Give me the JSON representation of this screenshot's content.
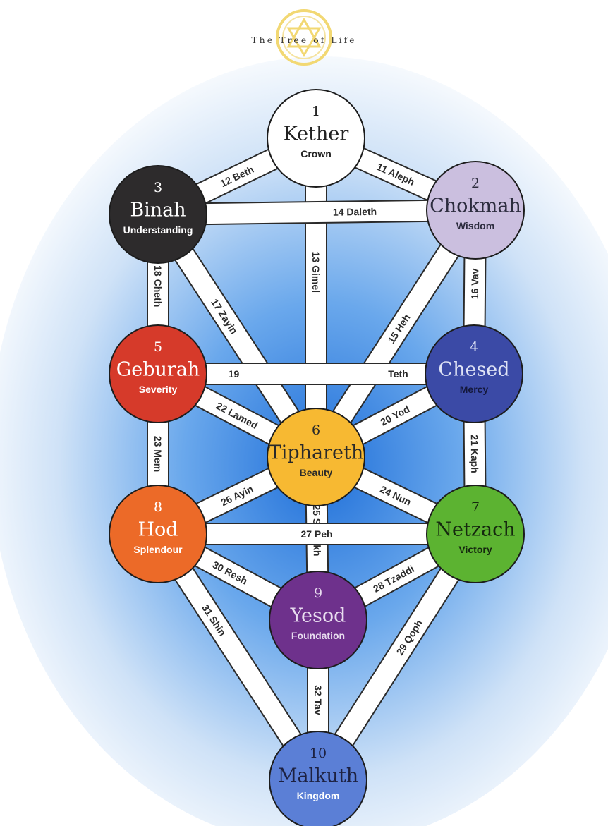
{
  "header": {
    "title": "The Tree of Life"
  },
  "emblem": {
    "name": "star-of-david-emblem",
    "color": "#f2d873"
  },
  "sephiroth": [
    {
      "id": "kether",
      "number": "1",
      "name": "Kether",
      "meaning": "Crown",
      "fill": "#ffffff",
      "text": "#222222",
      "meaning_text": "#222222"
    },
    {
      "id": "chokmah",
      "number": "2",
      "name": "Chokmah",
      "meaning": "Wisdom",
      "fill": "#cbbfdf",
      "text": "#2c2c3e",
      "meaning_text": "#2c2c3e"
    },
    {
      "id": "binah",
      "number": "3",
      "name": "Binah",
      "meaning": "Understanding",
      "fill": "#2d2b2c",
      "text": "#ffffff",
      "meaning_text": "#ffffff"
    },
    {
      "id": "chesed",
      "number": "4",
      "name": "Chesed",
      "meaning": "Mercy",
      "fill": "#3b4aa6",
      "text": "#dfe3f5",
      "meaning_text": "#14183b"
    },
    {
      "id": "geburah",
      "number": "5",
      "name": "Geburah",
      "meaning": "Severity",
      "fill": "#d63a2a",
      "text": "#ffffff",
      "meaning_text": "#ffffff"
    },
    {
      "id": "tiphareth",
      "number": "6",
      "name": "Tiphareth",
      "meaning": "Beauty",
      "fill": "#f7b932",
      "text": "#2a2a2a",
      "meaning_text": "#2a2a2a"
    },
    {
      "id": "netzach",
      "number": "7",
      "name": "Netzach",
      "meaning": "Victory",
      "fill": "#5cb331",
      "text": "#15280f",
      "meaning_text": "#15280f"
    },
    {
      "id": "hod",
      "number": "8",
      "name": "Hod",
      "meaning": "Splendour",
      "fill": "#ec6a28",
      "text": "#ffffff",
      "meaning_text": "#ffffff"
    },
    {
      "id": "yesod",
      "number": "9",
      "name": "Yesod",
      "meaning": "Foundation",
      "fill": "#6e318c",
      "text": "#e8dcef",
      "meaning_text": "#e8dcef"
    },
    {
      "id": "malkuth",
      "number": "10",
      "name": "Malkuth",
      "meaning": "Kingdom",
      "fill": "#5b7fd6",
      "text": "#1d2140",
      "meaning_text": "#ffffff"
    }
  ],
  "paths": [
    {
      "number": "11",
      "letter": "Aleph",
      "from": "kether",
      "to": "chokmah"
    },
    {
      "number": "12",
      "letter": "Beth",
      "from": "kether",
      "to": "binah"
    },
    {
      "number": "13",
      "letter": "Gimel",
      "from": "kether",
      "to": "tiphareth"
    },
    {
      "number": "14",
      "letter": "Daleth",
      "from": "binah",
      "to": "chokmah"
    },
    {
      "number": "15",
      "letter": "Heh",
      "from": "chokmah",
      "to": "tiphareth"
    },
    {
      "number": "16",
      "letter": "Vav",
      "from": "chokmah",
      "to": "chesed"
    },
    {
      "number": "17",
      "letter": "Zayin",
      "from": "binah",
      "to": "tiphareth"
    },
    {
      "number": "18",
      "letter": "Cheth",
      "from": "binah",
      "to": "geburah"
    },
    {
      "number": "19",
      "letter": "Teth",
      "from": "geburah",
      "to": "chesed"
    },
    {
      "number": "20",
      "letter": "Yod",
      "from": "chesed",
      "to": "tiphareth"
    },
    {
      "number": "21",
      "letter": "Kaph",
      "from": "chesed",
      "to": "netzach"
    },
    {
      "number": "22",
      "letter": "Lamed",
      "from": "geburah",
      "to": "tiphareth"
    },
    {
      "number": "23",
      "letter": "Mem",
      "from": "geburah",
      "to": "hod"
    },
    {
      "number": "24",
      "letter": "Nun",
      "from": "tiphareth",
      "to": "netzach"
    },
    {
      "number": "25",
      "letter": "Samekh",
      "from": "tiphareth",
      "to": "yesod"
    },
    {
      "number": "26",
      "letter": "Ayin",
      "from": "tiphareth",
      "to": "hod"
    },
    {
      "number": "27",
      "letter": "Peh",
      "from": "hod",
      "to": "netzach"
    },
    {
      "number": "28",
      "letter": "Tzaddi",
      "from": "netzach",
      "to": "yesod"
    },
    {
      "number": "29",
      "letter": "Qoph",
      "from": "netzach",
      "to": "malkuth"
    },
    {
      "number": "30",
      "letter": "Resh",
      "from": "hod",
      "to": "yesod"
    },
    {
      "number": "31",
      "letter": "Shin",
      "from": "hod",
      "to": "malkuth"
    },
    {
      "number": "32",
      "letter": "Tav",
      "from": "yesod",
      "to": "malkuth"
    }
  ]
}
